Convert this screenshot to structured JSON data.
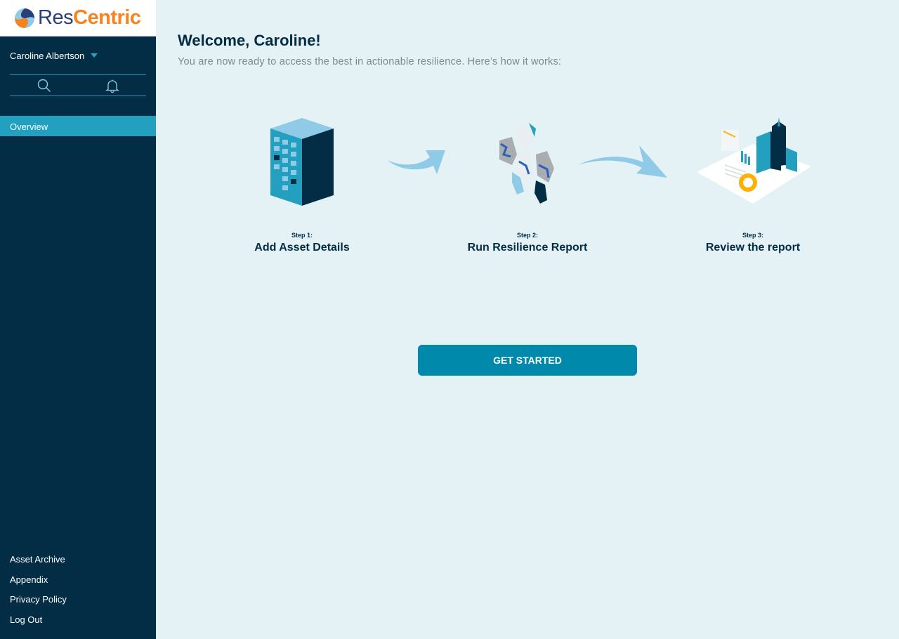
{
  "brand": {
    "part1": "Res",
    "part2": "Centric"
  },
  "sidebar": {
    "user_name": "Caroline Albertson",
    "nav": [
      {
        "label": "Overview",
        "active": true
      }
    ],
    "footer_links": [
      {
        "label": "Asset Archive"
      },
      {
        "label": "Appendix"
      },
      {
        "label": "Privacy Policy"
      },
      {
        "label": "Log Out"
      }
    ]
  },
  "main": {
    "title": "Welcome, Caroline!",
    "subtitle": "You are now ready to access the best in actionable resilience. Here’s how it works:",
    "steps": [
      {
        "label": "Step 1:",
        "title": "Add Asset Details"
      },
      {
        "label": "Step 2:",
        "title": "Run Resilience Report"
      },
      {
        "label": "Step 3:",
        "title": "Review the report"
      }
    ],
    "cta": "GET STARTED"
  },
  "colors": {
    "sidebar": "#022d45",
    "accent": "#23a0c0",
    "button": "#0089ab",
    "brand_orange": "#f5841f"
  }
}
